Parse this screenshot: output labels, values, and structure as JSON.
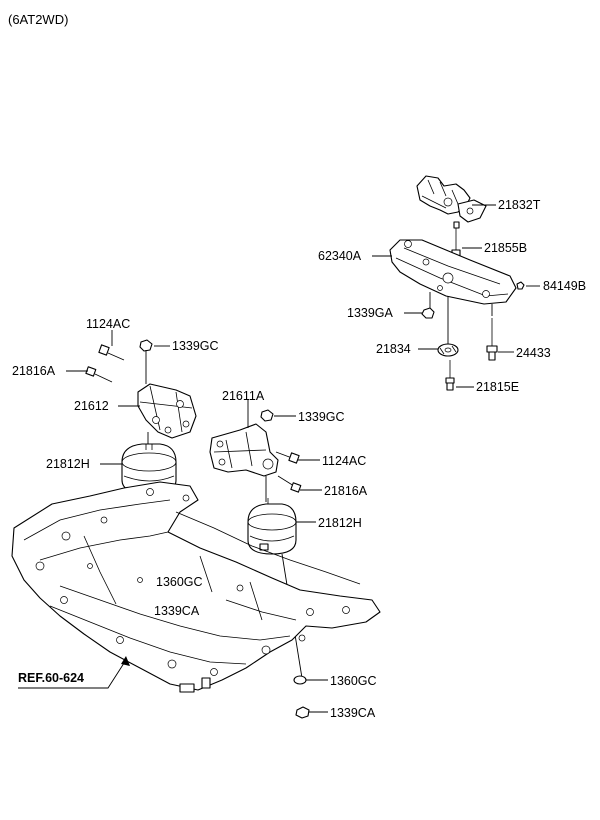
{
  "header": {
    "variant": "(6AT2WD)"
  },
  "reference": {
    "label": "REF.60-624"
  },
  "callouts": [
    {
      "id": "c1",
      "text": "21832T"
    },
    {
      "id": "c2",
      "text": "21855B"
    },
    {
      "id": "c3",
      "text": "62340A"
    },
    {
      "id": "c4",
      "text": "84149B"
    },
    {
      "id": "c5",
      "text": "1339GA"
    },
    {
      "id": "c6",
      "text": "21834"
    },
    {
      "id": "c7",
      "text": "24433"
    },
    {
      "id": "c8",
      "text": "21815E"
    },
    {
      "id": "c9",
      "text": "1124AC"
    },
    {
      "id": "c10",
      "text": "1339GC"
    },
    {
      "id": "c11",
      "text": "21816A"
    },
    {
      "id": "c12",
      "text": "21612"
    },
    {
      "id": "c13",
      "text": "21611A"
    },
    {
      "id": "c14",
      "text": "1339GC"
    },
    {
      "id": "c15",
      "text": "21812H"
    },
    {
      "id": "c16",
      "text": "1124AC"
    },
    {
      "id": "c17",
      "text": "21816A"
    },
    {
      "id": "c18",
      "text": "21812H"
    },
    {
      "id": "c19",
      "text": "1360GC"
    },
    {
      "id": "c20",
      "text": "1339CA"
    },
    {
      "id": "c21",
      "text": "1360GC"
    },
    {
      "id": "c22",
      "text": "1339CA"
    }
  ]
}
